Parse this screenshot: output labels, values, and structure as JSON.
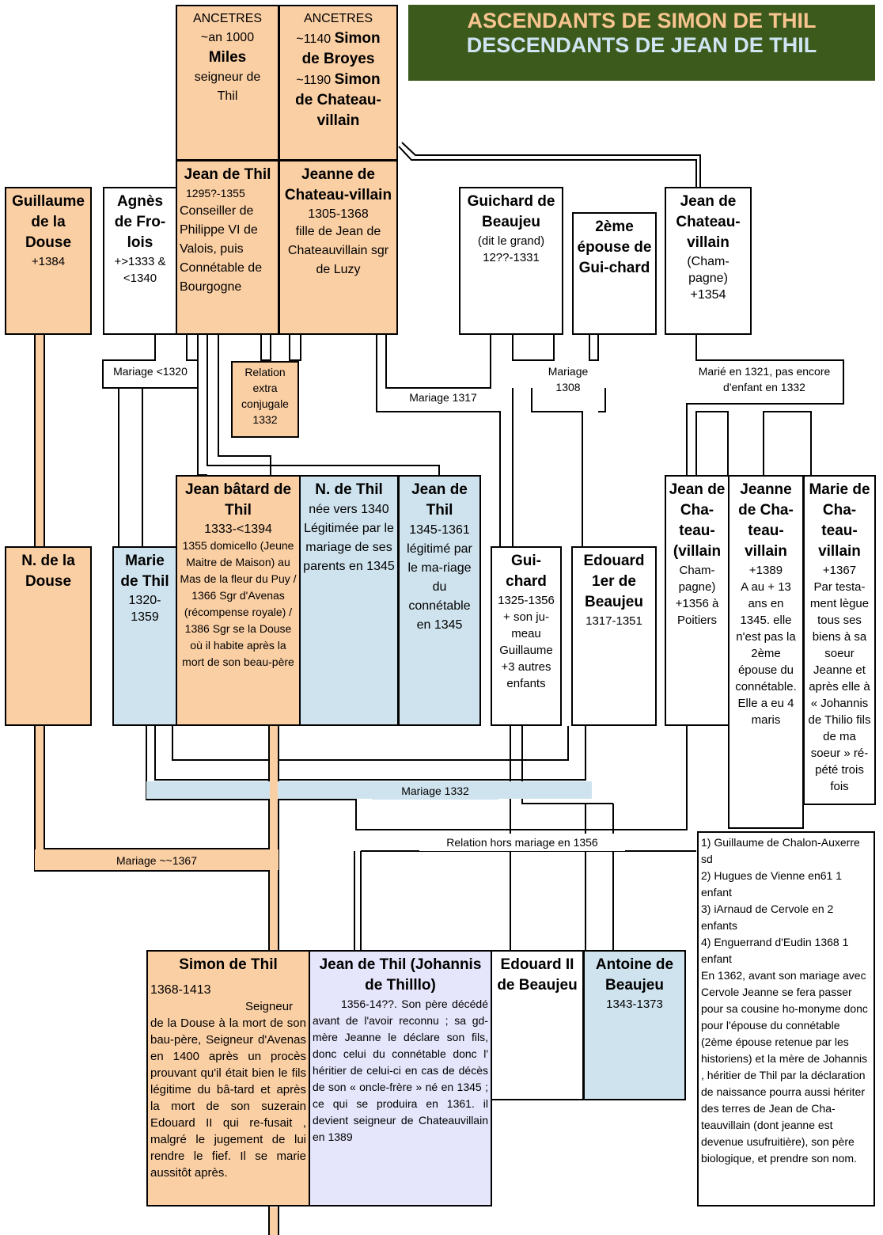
{
  "title": {
    "line1": "ASCENDANTS DE SIMON DE THIL",
    "line2": "DESCENDANTS DE JEAN DE THIL"
  },
  "colors": {
    "orange": "#fbcfa4",
    "blue": "#cfe3ee",
    "lavender": "#e5e5fb",
    "title_bg": "#3c5a1c",
    "title_line1": "#f7c48f",
    "title_line2": "#cfe5f3"
  },
  "ancestors_left": {
    "heading": "ANCETRES",
    "line1": "~an 1000",
    "name": "Miles",
    "line2": "seigneur de",
    "line3": "Thil"
  },
  "ancestors_right": {
    "heading": "ANCETRES",
    "line1": "~1140",
    "name1a": "Simon",
    "name1b": "de    Broyes",
    "line2": "~1190",
    "name2a": "Simon",
    "name2b": "de Chateau-",
    "name2c": "villain"
  },
  "people": {
    "guillaume_douse": {
      "name": "Guillaume de la Douse",
      "dates": "+1384"
    },
    "agnes": {
      "name": "Agnès de Fro-lois",
      "dates": "+>1333 & <1340"
    },
    "jean_thil": {
      "name": "Jean de Thil",
      "dates": "1295?-1355",
      "desc": "Conseiller de Philippe VI de Valois, puis Connétable de Bourgogne"
    },
    "jeanne_chateau": {
      "name": "Jeanne de Chateau-villain",
      "dates": "1305-1368",
      "desc": "fille de Jean de Chateauvillain sgr de Luzy"
    },
    "guichard": {
      "name": "Guichard de Beaujeu",
      "epithet": "(dit le grand)",
      "dates": "12??-1331"
    },
    "epouse2": {
      "name": "2ème épouse de Gui-chard"
    },
    "jean_chateau_champagne": {
      "name": "Jean de Chateau-villain",
      "region": "(Cham-pagne)",
      "dates": "+1354"
    },
    "jean_batard": {
      "name": "Jean bâtard de Thil",
      "dates": "1333-<1394",
      "desc": "1355 domicello (Jeune Maitre de Maison) au Mas de la fleur du Puy / 1366 Sgr d'Avenas (récompense royale) / 1386 Sgr se la Douse où il habite après la mort de son beau-père"
    },
    "n_thil": {
      "name": "N. de Thil",
      "dates": "née vers 1340",
      "desc": "Légitimée par le mariage de ses parents en 1345"
    },
    "jean_thil_1345": {
      "name": "Jean de Thil",
      "dates": "1345-1361",
      "desc": "légitimé par le ma-riage du connétable en 1345"
    },
    "n_douse": {
      "name": "N. de la Douse"
    },
    "marie_thil": {
      "name": "Marie de Thil",
      "dates": "1320-1359"
    },
    "guichard2": {
      "name": "Gui-chard",
      "dates": "1325-1356",
      "desc": "+ son ju-meau Guillaume +3 autres enfants"
    },
    "edouard1": {
      "name": "Edouard 1er de Beaujeu",
      "dates": "1317-1351"
    },
    "jean_chateau2": {
      "name": "Jean de Cha-teau-(villain",
      "region": "Cham-pagne)",
      "dates": "+1356 à Poitiers"
    },
    "jeanne_chateau2": {
      "name": "Jeanne de Cha-teau-villain",
      "dates": "+1389",
      "desc": "A au + 13 ans en 1345. elle n'est pas la 2ème épouse du connétable. Elle a eu 4 maris"
    },
    "marie_chateau": {
      "name": "Marie de Cha-teau-villain",
      "dates": "+1367",
      "desc": "Par testa-ment lègue tous ses biens à sa soeur Jeanne et après elle à « Johannis de Thilio fils de ma soeur » ré-pété trois fois"
    },
    "simon_thil": {
      "name": "Simon  de Thil",
      "dates": "1368-1413",
      "desc": "Seigneur de la Douse à la mort de son bau-père, Seigneur d'Avenas en 1400 après un procès prouvant qu'il était bien le fils légitime du bâ-tard et après la mort de son suzerain Edouard II qui re-fusait , malgré le jugement de lui rendre le fief. Il se marie aussitôt après."
    },
    "jean_johannis": {
      "name": "Jean de Thil (Johannis de Thilllo)",
      "dates": "1356-14??.",
      "desc": "Son père décédé avant de l'avoir reconnu ; sa gd- mère Jeanne le déclare son fils, donc celui du connétable donc l' héritier de celui-ci en cas de décès de son « oncle-frère » né en 1345 ; ce qui se produira en 1361. il devient seigneur de Chateauvillain en 1389"
    },
    "edouard2": {
      "name": "Edouard II de Beaujeu"
    },
    "antoine": {
      "name": "Antoine de Beaujeu",
      "dates": "1343-1373"
    }
  },
  "labels": {
    "mariage_1320": "Mariage <1320",
    "relation_1332": "Relation extra conjugale 1332",
    "mariage_1317": "Mariage 1317",
    "mariage_1308": "Mariage 1308",
    "marie_1321": "Marié en 1321, pas encore d'enfant en 1332",
    "mariage_1332": "Mariage 1332",
    "relation_1356": "Relation hors mariage en 1356",
    "mariage_1367": "Mariage ~~1367"
  },
  "notes": [
    "1) Guillaume de Chalon-Auxerre  sd",
    "2) Hugues de Vienne en61 1 enfant",
    "3) iArnaud de Cervole en 2 enfants",
    "4) Enguerrand d'Eudin 1368 1 enfant",
    "En 1362, avant son mariage avec Cervole Jeanne se fera passer  pour sa cousine ho-monyme donc pour l'épouse du connétable (2ème épouse retenue par les historiens) et la mère de Johannis , héritier de Thil par la déclaration de naissance pourra aussi hériter des terres de Jean de Cha-teauvillain (dont jeanne est devenue usufruitière), son père biologique, et prendre son nom."
  ]
}
